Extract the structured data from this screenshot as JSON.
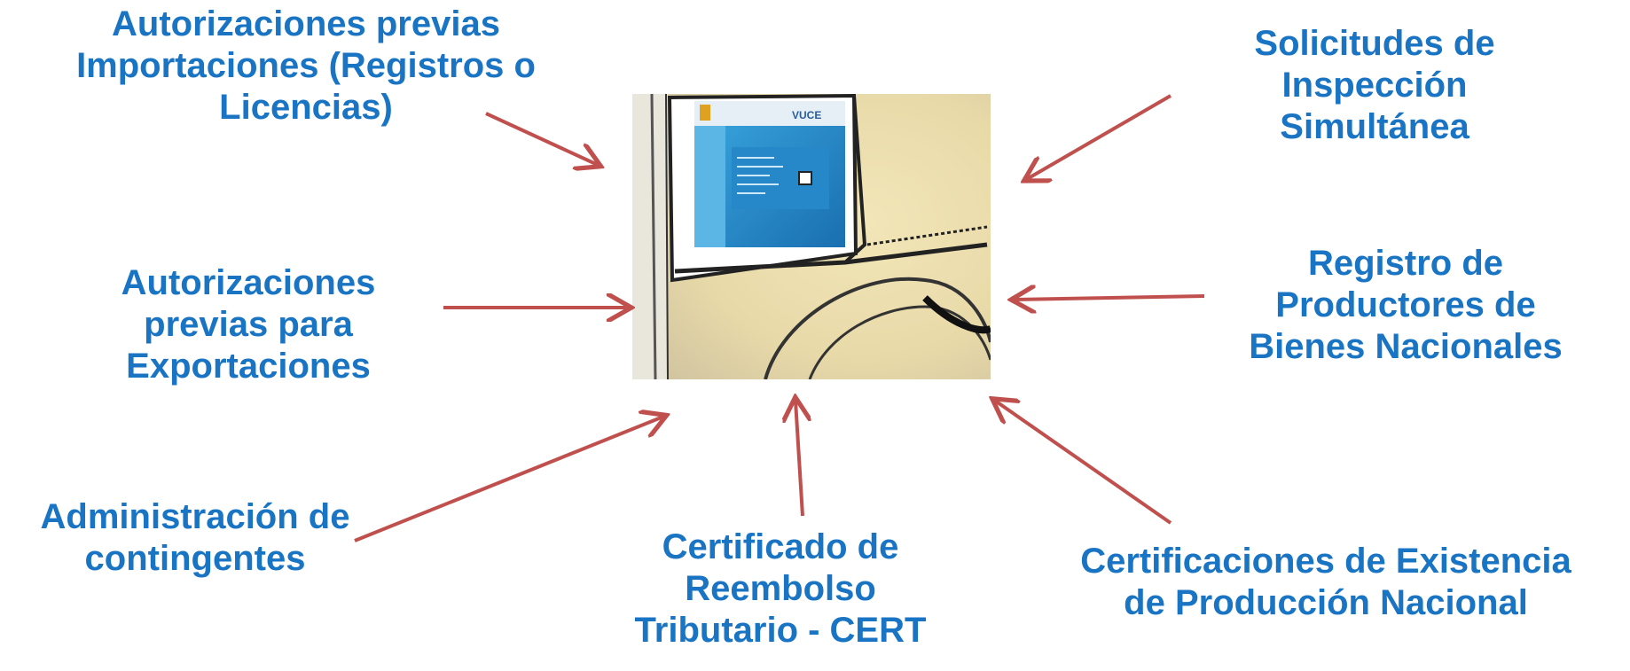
{
  "colors": {
    "label_text": "#1a74c4",
    "arrow": "#c0504d"
  },
  "center_image": {
    "icon": "vuce-website-sketch-image",
    "caption": "VUCE"
  },
  "labels": {
    "importaciones": "Autorizaciones previas\nImportaciones (Registros o\nLicencias)",
    "exportaciones": "Autorizaciones\nprevias para\nExportaciones",
    "contingentes": "Administración de\ncontingentes",
    "cert": "Certificado de\nReembolso\nTributario - CERT",
    "produccion_nacional": "Certificaciones de Existencia\nde Producción Nacional",
    "registro_productores": "Registro de\nProductores de\nBienes Nacionales",
    "inspeccion": "Solicitudes de\nInspección\nSimultánea"
  }
}
